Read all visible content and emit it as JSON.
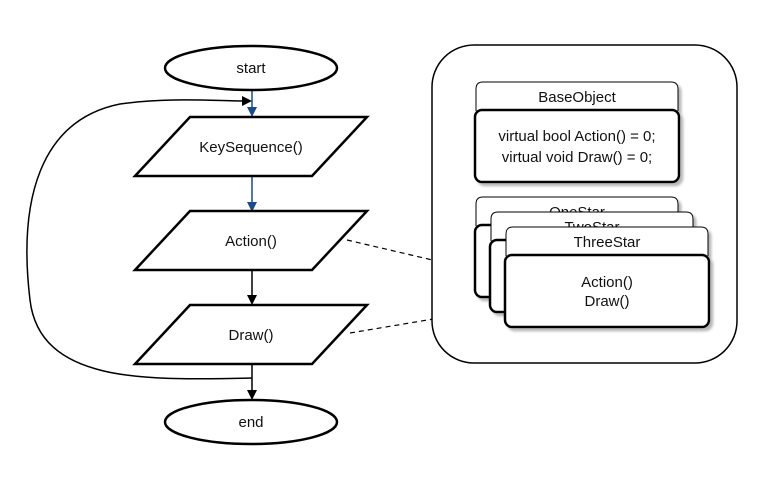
{
  "flowchart": {
    "start": "start",
    "key_sequence": "KeySequence()",
    "action": "Action()",
    "draw": "Draw()",
    "end": "end"
  },
  "classes": {
    "base_object": {
      "name": "BaseObject",
      "line1": "virtual bool Action() = 0;",
      "line2": "virtual void Draw() = 0;"
    },
    "one_star": {
      "name": "OneStar"
    },
    "two_star": {
      "name": "TwoStar"
    },
    "three_star": {
      "name": "ThreeStar",
      "line1": "Action()",
      "line2": "Draw()"
    }
  },
  "colors": {
    "line": "#000000",
    "blue_arrow": "#1a4a8a",
    "shadow": "#bdbdbd"
  }
}
